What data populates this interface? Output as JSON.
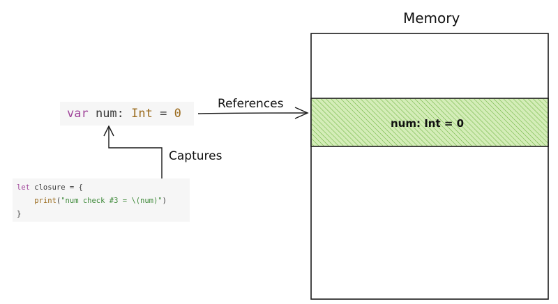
{
  "memory": {
    "title": "Memory",
    "cell_label": "num: Int = 0",
    "cell_fill": "#b9df8f",
    "cell_hatch": "#6cb33e"
  },
  "variable": {
    "kw": "var",
    "name": " num: ",
    "type": "Int",
    "eq": " = ",
    "value": "0"
  },
  "closure": {
    "line1_kw": "let",
    "line1_rest": " closure = {",
    "line2_indent": "    ",
    "line2_fn": "print",
    "line2_open": "(",
    "line2_str": "\"num check #3 = \\(num)\"",
    "line2_close": ")",
    "line3": "}"
  },
  "arrows": {
    "references_label": "References",
    "captures_label": "Captures"
  }
}
